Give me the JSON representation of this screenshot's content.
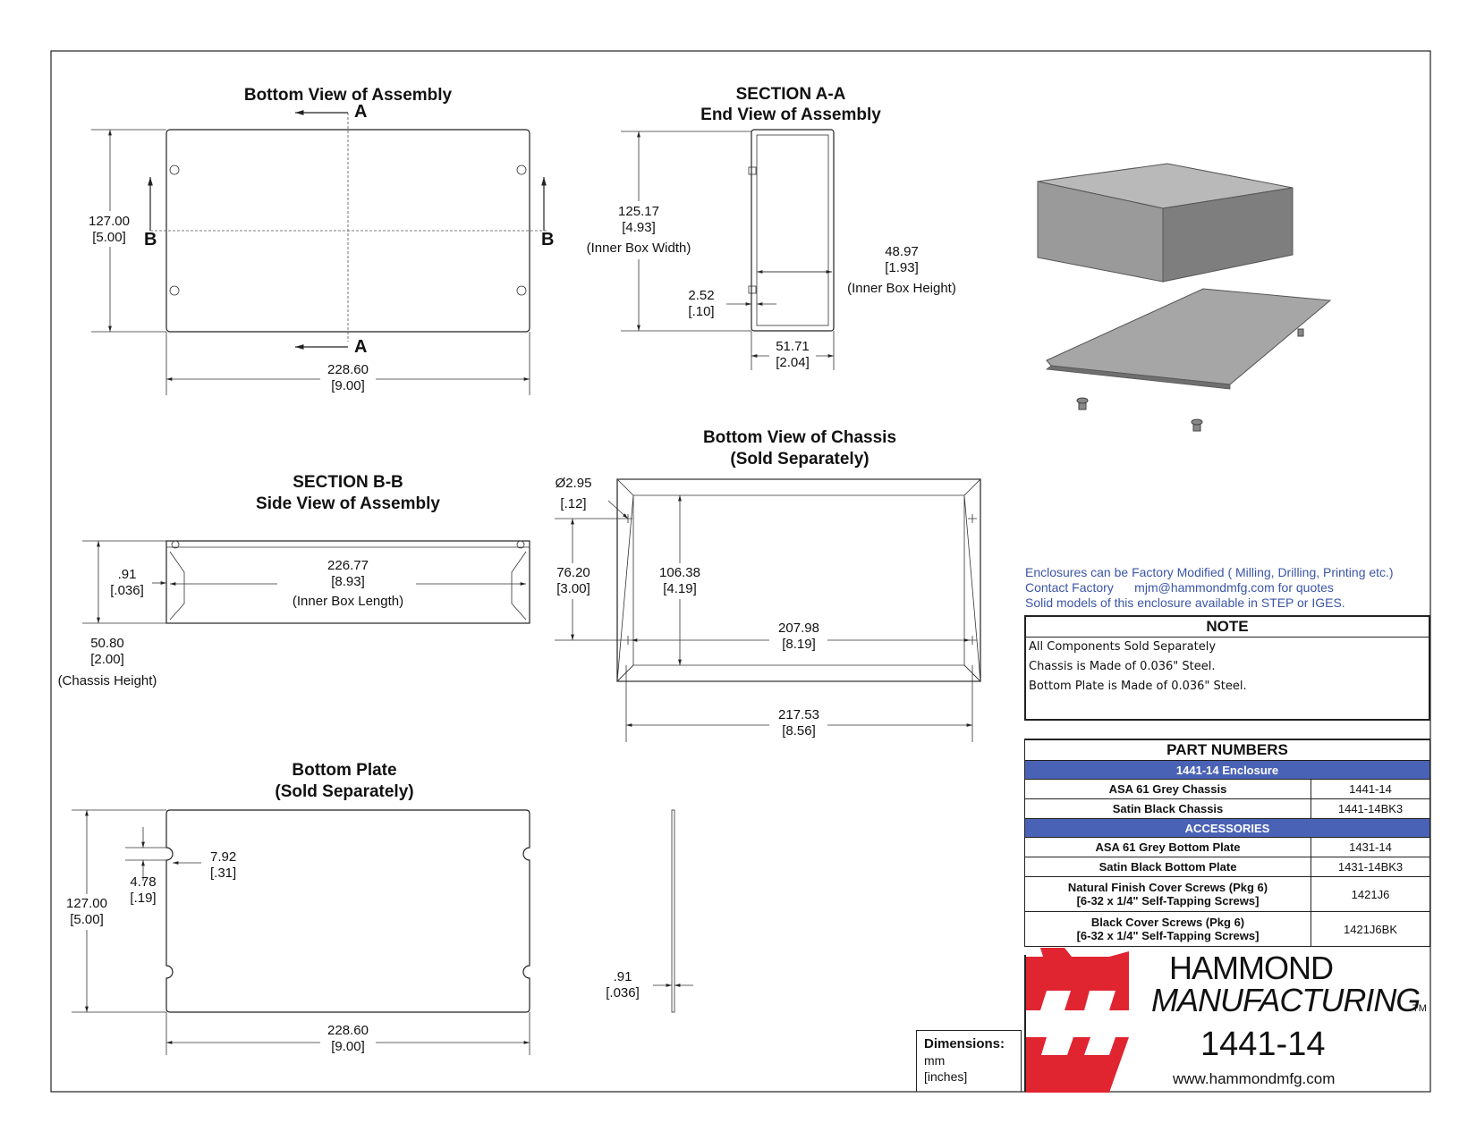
{
  "views": {
    "bottom_assembly": {
      "title": "Bottom View of Assembly",
      "height_mm": "127.00",
      "height_in": "[5.00]",
      "length_mm": "228.60",
      "length_in": "[9.00]",
      "cut_a": "A",
      "cut_b": "B"
    },
    "section_aa": {
      "title1": "SECTION A-A",
      "title2": "End View of Assembly",
      "inner_w_mm": "125.17",
      "inner_w_in": "[4.93]",
      "inner_w_label": "(Inner Box Width)",
      "inner_h_mm": "48.97",
      "inner_h_in": "[1.93]",
      "inner_h_label": "(Inner Box Height)",
      "wall_mm": "2.52",
      "wall_in": "[.10]",
      "outer_mm": "51.71",
      "outer_in": "[2.04]"
    },
    "section_bb": {
      "title1": "SECTION B-B",
      "title2": "Side View of Assembly",
      "thk_mm": ".91",
      "thk_in": "[.036]",
      "inner_l_mm": "226.77",
      "inner_l_in": "[8.93]",
      "inner_l_label": "(Inner Box Length)",
      "chassis_h_mm": "50.80",
      "chassis_h_in": "[2.00]",
      "chassis_h_label": "(Chassis Height)"
    },
    "bottom_chassis": {
      "title1": "Bottom View of Chassis",
      "title2": "(Sold Separately)",
      "hole_mm": "Ø2.95",
      "hole_in": "[.12]",
      "pitch_h_mm": "76.20",
      "pitch_h_in": "[3.00]",
      "inner_h_mm": "106.38",
      "inner_h_in": "[4.19]",
      "pitch_l_mm": "207.98",
      "pitch_l_in": "[8.19]",
      "outer_l_mm": "217.53",
      "outer_l_in": "[8.56]"
    },
    "bottom_plate": {
      "title1": "Bottom Plate",
      "title2": "(Sold Separately)",
      "height_mm": "127.00",
      "height_in": "[5.00]",
      "slot_w_mm": "7.92",
      "slot_w_in": "[.31]",
      "slot_d_mm": "4.78",
      "slot_d_in": "[.19]",
      "length_mm": "228.60",
      "length_in": "[9.00]",
      "thk_mm": ".91",
      "thk_in": "[.036]"
    }
  },
  "factory_note": {
    "line1": "Enclosures can be Factory Modified ( Milling, Drilling, Printing etc.)",
    "line2_a": "Contact Factory",
    "line2_b": "mjm@hammondmfg.com for quotes",
    "line3": "Solid models of this enclosure available in STEP or IGES."
  },
  "note": {
    "heading": "NOTE",
    "lines": [
      "All Components Sold Separately",
      "Chassis is Made of 0.036\" Steel.",
      "Bottom Plate is Made of 0.036\" Steel."
    ]
  },
  "part_numbers": {
    "heading": "PART NUMBERS",
    "enclosure_heading": "1441-14 Enclosure",
    "enclosure": [
      {
        "desc": "ASA 61 Grey Chassis",
        "pn": "1441-14"
      },
      {
        "desc": "Satin Black Chassis",
        "pn": "1441-14BK3"
      }
    ],
    "accessories_heading": "ACCESSORIES",
    "accessories": [
      {
        "desc": "ASA 61 Grey Bottom Plate",
        "desc2": "",
        "pn": "1431-14"
      },
      {
        "desc": "Satin Black Bottom Plate",
        "desc2": "",
        "pn": "1431-14BK3"
      },
      {
        "desc": "Natural Finish Cover Screws (Pkg 6)",
        "desc2": "[6-32 x 1/4\" Self-Tapping Screws]",
        "pn": "1421J6"
      },
      {
        "desc": "Black Cover Screws (Pkg 6)",
        "desc2": "[6-32 x 1/4\" Self-Tapping Screws]",
        "pn": "1421J6BK"
      }
    ]
  },
  "title_block": {
    "company1": "HAMMOND",
    "company2": "MANUFACTURING",
    "tm": "TM",
    "part": "1441-14",
    "url": "www.hammondmfg.com",
    "dims_label": "Dimensions:",
    "dims_unit1": "mm",
    "dims_unit2": "[inches]"
  },
  "colors": {
    "header_blue": "#4a62b5",
    "note_blue": "#3b55a6",
    "logo_red": "#e02531"
  }
}
